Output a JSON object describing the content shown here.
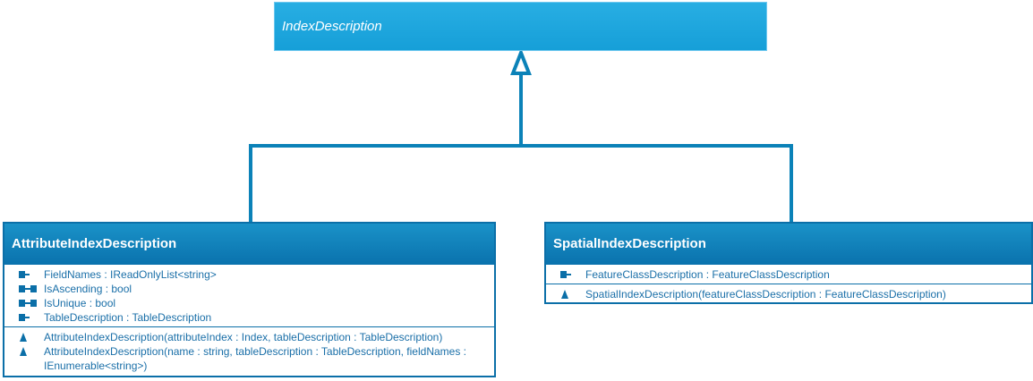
{
  "diagram": {
    "base_class": {
      "name": "IndexDescription",
      "abstract": true
    },
    "derived_classes": [
      {
        "name": "AttributeIndexDescription",
        "properties": [
          {
            "icon": "property-get-icon",
            "text": "FieldNames : IReadOnlyList<string>"
          },
          {
            "icon": "property-get-set-icon",
            "text": "IsAscending : bool"
          },
          {
            "icon": "property-get-set-icon",
            "text": "IsUnique : bool"
          },
          {
            "icon": "property-get-icon",
            "text": "TableDescription : TableDescription"
          }
        ],
        "methods": [
          {
            "icon": "constructor-icon",
            "text": "AttributeIndexDescription(attributeIndex : Index, tableDescription : TableDescription)"
          },
          {
            "icon": "constructor-icon",
            "text": "AttributeIndexDescription(name : string, tableDescription : TableDescription, fieldNames : IEnumerable<string>)"
          }
        ]
      },
      {
        "name": "SpatialIndexDescription",
        "properties": [
          {
            "icon": "property-get-icon",
            "text": "FeatureClassDescription : FeatureClassDescription"
          }
        ],
        "methods": [
          {
            "icon": "constructor-icon",
            "text": "SpatialIndexDescription(featureClassDescription : FeatureClassDescription)"
          }
        ]
      }
    ],
    "relationship": "inheritance",
    "colors": {
      "connector": "#0b82b8",
      "header": "#0a72ad",
      "abstract_header": "#1da6dc",
      "member_text": "#1a6fa8"
    }
  }
}
